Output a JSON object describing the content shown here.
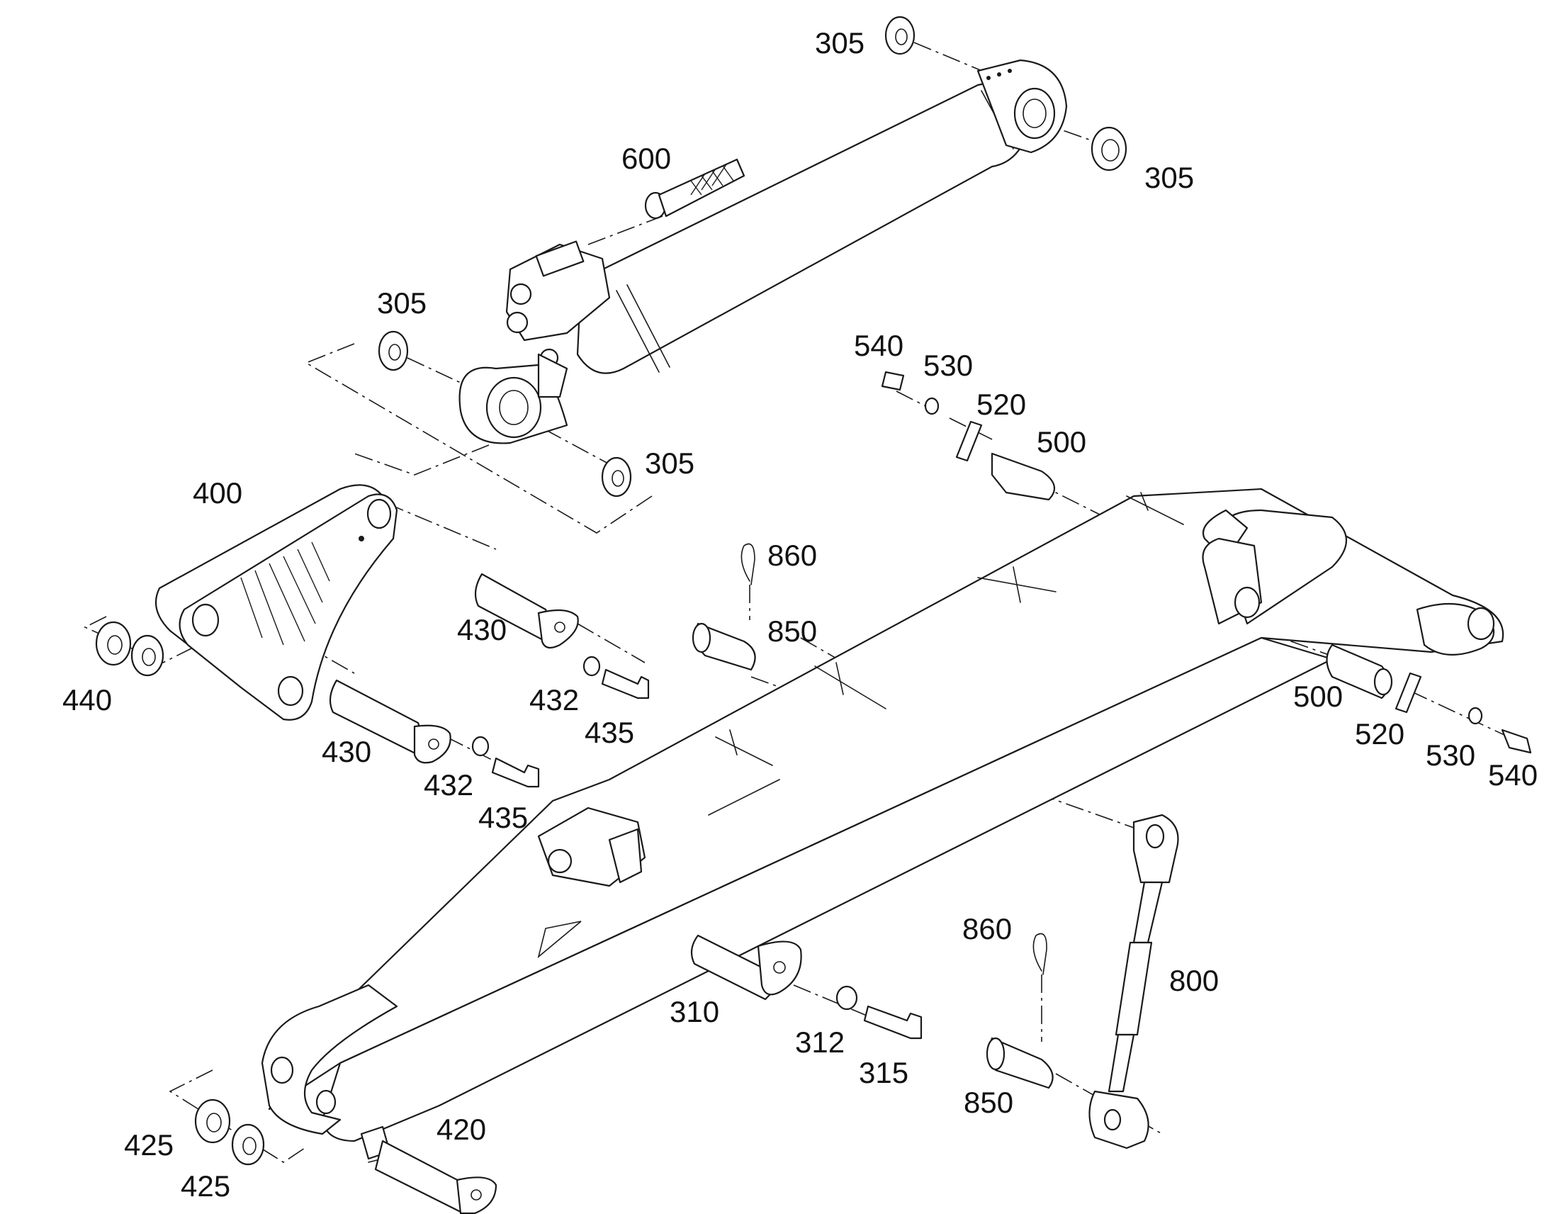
{
  "diagram": {
    "labels": {
      "c305_a": "305",
      "c305_b": "305",
      "c305_c": "305",
      "c305_d": "305",
      "c600": "600",
      "c540_a": "540",
      "c530_a": "530",
      "c520_a": "520",
      "c500_a": "500",
      "c400": "400",
      "c860_a": "860",
      "c850_a": "850",
      "c430_a": "430",
      "c432_a": "432",
      "c435_a": "435",
      "c430_b": "430",
      "c432_b": "432",
      "c435_b": "435",
      "c440": "440",
      "c500_b": "500",
      "c520_b": "520",
      "c530_b": "530",
      "c540_b": "540",
      "c860_b": "860",
      "c800": "800",
      "c310": "310",
      "c312": "312",
      "c315": "315",
      "c850_b": "850",
      "c420": "420",
      "c425_a": "425",
      "c425_b": "425"
    }
  }
}
